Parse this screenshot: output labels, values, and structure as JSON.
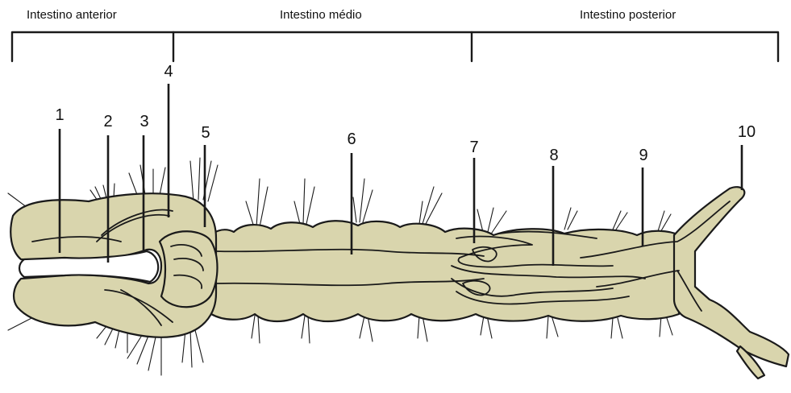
{
  "regions": [
    {
      "key": "foregut",
      "label": "Intestino anterior"
    },
    {
      "key": "midgut",
      "label": "Intestino médio"
    },
    {
      "key": "hindgut",
      "label": "Intestino posterior"
    }
  ],
  "callouts": [
    "1",
    "2",
    "3",
    "4",
    "5",
    "6",
    "7",
    "8",
    "9",
    "10"
  ],
  "colors": {
    "body_fill": "#d9d5ad",
    "outline": "#1a1a1a",
    "text": "#111111",
    "background": "#ffffff"
  }
}
